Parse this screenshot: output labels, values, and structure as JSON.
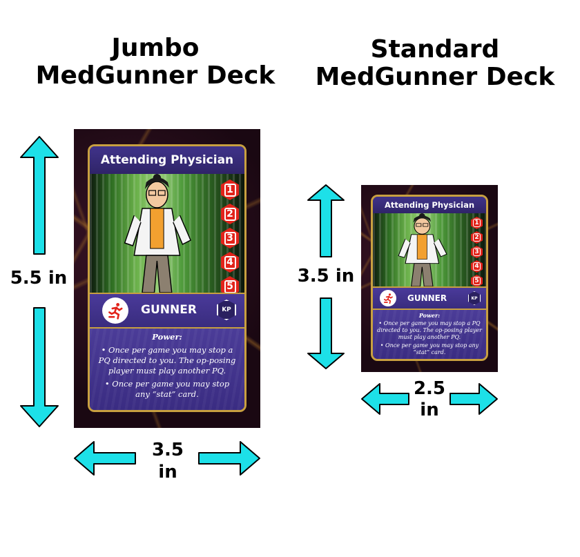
{
  "jumbo_heading": {
    "line1": "Jumbo",
    "line2": "MedGunner Deck"
  },
  "standard_heading": {
    "line1": "Standard",
    "line2": "MedGunner Deck"
  },
  "card": {
    "title": "Attending Physician",
    "stats": [
      "1",
      "2",
      "3",
      "4",
      "5"
    ],
    "class_name": "GUNNER",
    "badge": "KP",
    "power_label": "Power:",
    "power_1": "• Once per game you may stop a PQ directed to you. The op-posing player must play another PQ.",
    "power_2": "• Once per game you may stop any “stat” card."
  },
  "jumbo_dims": {
    "height": "5.5 in",
    "width_value": "3.5",
    "width_unit": "in"
  },
  "standard_dims": {
    "height": "3.5 in",
    "width_value": "2.5",
    "width_unit": "in"
  },
  "colors": {
    "arrow_fill": "#1de0e8",
    "arrow_stroke": "#000000",
    "stat_red": "#e2231a",
    "card_frame_gold": "#c8a040",
    "card_panel_purple": "#3b2a7a"
  },
  "icons": {
    "class_icon": "running-figure-icon",
    "arrow": "double-headed-arrow"
  }
}
